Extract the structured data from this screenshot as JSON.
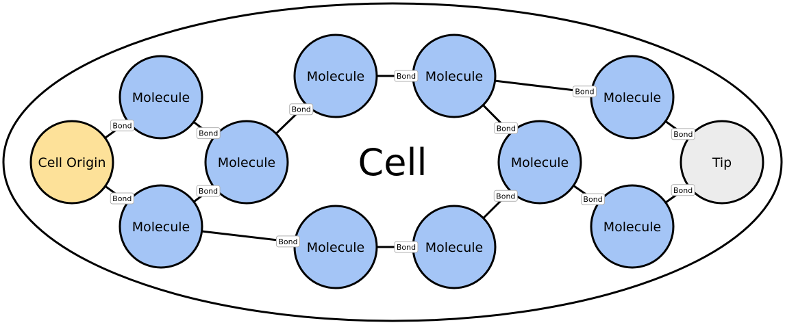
{
  "cell": {
    "title": "Cell"
  },
  "colors": {
    "molecule": "#a4c5f6",
    "origin": "#fde199",
    "tip": "#ececec",
    "bond_box": "#ffffff",
    "stroke": "#000000"
  },
  "nodes": [
    {
      "id": "origin",
      "label": "Cell Origin",
      "kind": "origin"
    },
    {
      "id": "m-left-top",
      "label": "Molecule",
      "kind": "molecule"
    },
    {
      "id": "m-left-bottom",
      "label": "Molecule",
      "kind": "molecule"
    },
    {
      "id": "m-left-mid",
      "label": "Molecule",
      "kind": "molecule"
    },
    {
      "id": "m-top-1",
      "label": "Molecule",
      "kind": "molecule"
    },
    {
      "id": "m-top-2",
      "label": "Molecule",
      "kind": "molecule"
    },
    {
      "id": "m-right-mid",
      "label": "Molecule",
      "kind": "molecule"
    },
    {
      "id": "m-right-top",
      "label": "Molecule",
      "kind": "molecule"
    },
    {
      "id": "m-right-bottom",
      "label": "Molecule",
      "kind": "molecule"
    },
    {
      "id": "m-bottom-1",
      "label": "Molecule",
      "kind": "molecule"
    },
    {
      "id": "m-bottom-2",
      "label": "Molecule",
      "kind": "molecule"
    },
    {
      "id": "tip",
      "label": "Tip",
      "kind": "tip"
    }
  ],
  "edges": [
    {
      "from": "m-left-top",
      "to": "origin",
      "label": "Bond"
    },
    {
      "from": "m-left-bottom",
      "to": "origin",
      "label": "Bond"
    },
    {
      "from": "m-left-mid",
      "to": "m-left-top",
      "label": "Bond"
    },
    {
      "from": "m-left-mid",
      "to": "m-left-bottom",
      "label": "Bond"
    },
    {
      "from": "m-top-1",
      "to": "m-left-mid",
      "label": "Bond"
    },
    {
      "from": "m-top-2",
      "to": "m-top-1",
      "label": "Bond"
    },
    {
      "from": "m-right-mid",
      "to": "m-top-2",
      "label": "Bond"
    },
    {
      "from": "m-right-top",
      "to": "m-top-2",
      "label": "Bond"
    },
    {
      "from": "tip",
      "to": "m-right-top",
      "label": "Bond"
    },
    {
      "from": "tip",
      "to": "m-right-bottom",
      "label": "Bond"
    },
    {
      "from": "m-right-bottom",
      "to": "m-right-mid",
      "label": "Bond"
    },
    {
      "from": "m-right-mid",
      "to": "m-bottom-2",
      "label": "Bond"
    },
    {
      "from": "m-bottom-2",
      "to": "m-bottom-1",
      "label": "Bond"
    },
    {
      "from": "m-bottom-1",
      "to": "m-left-bottom",
      "label": "Bond"
    }
  ]
}
